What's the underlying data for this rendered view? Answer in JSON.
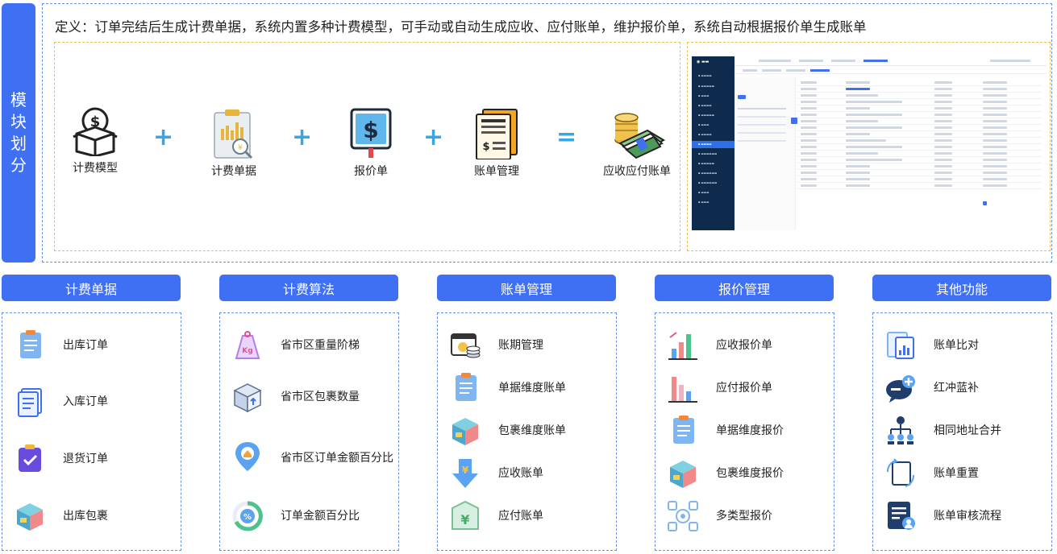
{
  "side_tab": {
    "label_chars": [
      "模",
      "块",
      "划",
      "分"
    ]
  },
  "definition": "定义：订单完结后生成计费单据，系统内置多种计费模型，可手动或自动生成应收、应付账单，维护报价单，系统自动根据报价单生成账单",
  "flow": {
    "items": [
      {
        "label": "计费模型",
        "icon": "money-box-icon"
      },
      {
        "label": "计费单据",
        "icon": "clipboard-report-icon"
      },
      {
        "label": "报价单",
        "icon": "dollar-sign-icon"
      },
      {
        "label": "账单管理",
        "icon": "invoice-folder-icon"
      },
      {
        "label": "应收应付账单",
        "icon": "coins-cash-icon"
      }
    ],
    "operators": [
      "+",
      "+",
      "+",
      "="
    ]
  },
  "columns": [
    {
      "title": "计费单据",
      "items": [
        {
          "label": "出库订单",
          "icon": "clipboard-list-icon"
        },
        {
          "label": "入库订单",
          "icon": "document-stack-icon"
        },
        {
          "label": "退货订单",
          "icon": "checkbox-clipboard-icon"
        },
        {
          "label": "出库包裹",
          "icon": "package-box-icon"
        }
      ]
    },
    {
      "title": "计费算法",
      "items": [
        {
          "label": "省市区重量阶梯",
          "icon": "weight-kg-icon"
        },
        {
          "label": "省市区包裹数量",
          "icon": "parcel-box-icon"
        },
        {
          "label": "省市区订单金额百分比",
          "icon": "location-pin-icon"
        },
        {
          "label": "订单金额百分比",
          "icon": "percent-ring-icon"
        }
      ]
    },
    {
      "title": "账单管理",
      "items": [
        {
          "label": "账期管理",
          "icon": "calendar-coins-icon"
        },
        {
          "label": "单据维度账单",
          "icon": "document-list-icon"
        },
        {
          "label": "包裹维度账单",
          "icon": "cube-package-icon"
        },
        {
          "label": "应收账单",
          "icon": "yen-arrow-down-icon"
        },
        {
          "label": "应付账单",
          "icon": "yen-box-icon"
        }
      ]
    },
    {
      "title": "报价管理",
      "items": [
        {
          "label": "应收报价单",
          "icon": "bar-chart-up-icon"
        },
        {
          "label": "应付报价单",
          "icon": "bar-chart-down-icon"
        },
        {
          "label": "单据维度报价",
          "icon": "document-list-icon"
        },
        {
          "label": "包裹维度报价",
          "icon": "cube-package-icon"
        },
        {
          "label": "多类型报价",
          "icon": "multi-type-icon"
        }
      ]
    },
    {
      "title": "其他功能",
      "items": [
        {
          "label": "账单比对",
          "icon": "compare-chart-icon"
        },
        {
          "label": "红冲蓝补",
          "icon": "chat-plus-icon"
        },
        {
          "label": "相同地址合并",
          "icon": "merge-tree-icon"
        },
        {
          "label": "账单重置",
          "icon": "reset-document-icon"
        },
        {
          "label": "账单审核流程",
          "icon": "audit-document-icon"
        }
      ]
    }
  ],
  "colors": {
    "primary": "#3f6ff3",
    "dashed_blue": "#6b8fd8",
    "dashed_yellow": "#e6c050",
    "operator": "#38a6e6"
  }
}
